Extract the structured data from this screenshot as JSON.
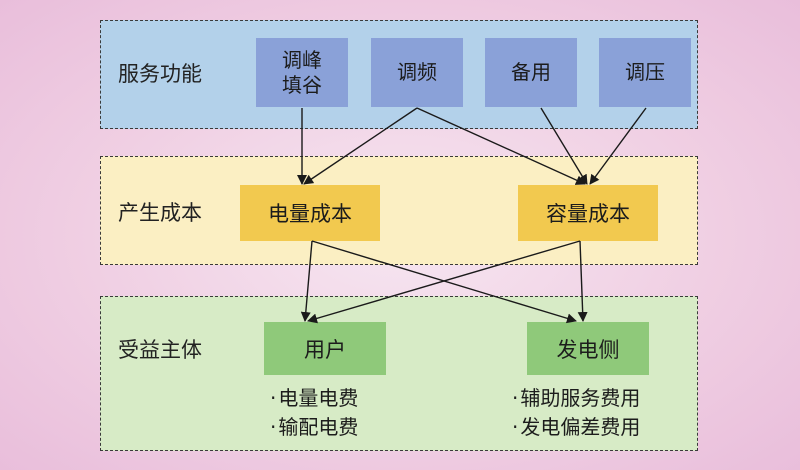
{
  "rows": {
    "services": {
      "label": "服务功能",
      "items": [
        {
          "label": "调峰\n填谷"
        },
        {
          "label": "调频"
        },
        {
          "label": "备用"
        },
        {
          "label": "调压"
        }
      ]
    },
    "costs": {
      "label": "产生成本",
      "items": [
        {
          "label": "电量成本"
        },
        {
          "label": "容量成本"
        }
      ]
    },
    "beneficiaries": {
      "label": "受益主体",
      "items": [
        {
          "label": "用户",
          "bullets": [
            "电量电费",
            "输配电费"
          ]
        },
        {
          "label": "发电侧",
          "bullets": [
            "辅助服务费用",
            "发电偏差费用"
          ]
        }
      ]
    }
  },
  "bullet_mark": "·",
  "colors": {
    "services_band": "#b3d1ea",
    "service_box": "#8aa1d8",
    "costs_band": "#fbefc3",
    "cost_box": "#f2c94f",
    "beneficiaries_band": "#d7ebc6",
    "beneficiary_box": "#8fc97a",
    "arrow": "#1a1a1a"
  }
}
